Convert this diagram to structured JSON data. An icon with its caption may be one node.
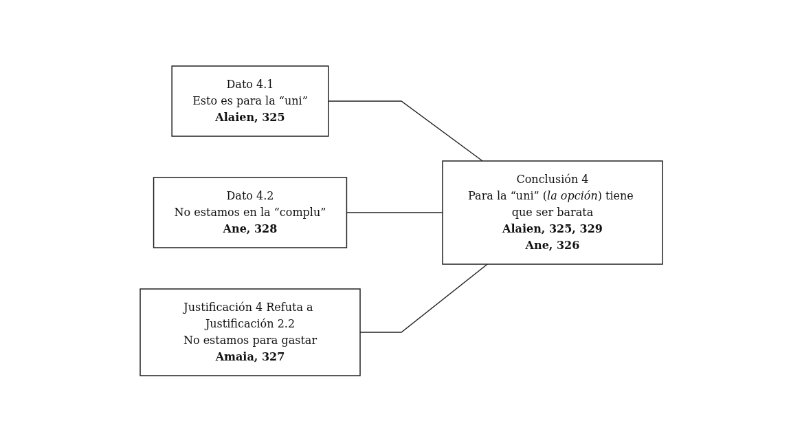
{
  "diagram": {
    "nodes": [
      {
        "text": [
          "Dato 4.1",
          "Esto es para la “uni”",
          "Alaien, 325"
        ]
      },
      {
        "text": [
          "Dato 4.2",
          "No estamos en la “complu”",
          "Ane, 328"
        ]
      },
      {
        "text": [
          "Conclusión 4",
          "Para la “uni” (*la opción*) tiene que ser barata",
          "Alaien, 325, 329",
          "Ane, 326"
        ]
      },
      {
        "text": [
          "Justificación 4 Refuta a Justificación 2.2",
          "No estamos para gastar",
          "Amaia, 327"
        ]
      }
    ],
    "edges": [
      {
        "from": 0,
        "to": 2,
        "arrow": "none"
      },
      {
        "from": 1,
        "to": 2,
        "arrow": "none"
      },
      {
        "from": 3,
        "to": 2,
        "arrow": "none"
      }
    ]
  }
}
